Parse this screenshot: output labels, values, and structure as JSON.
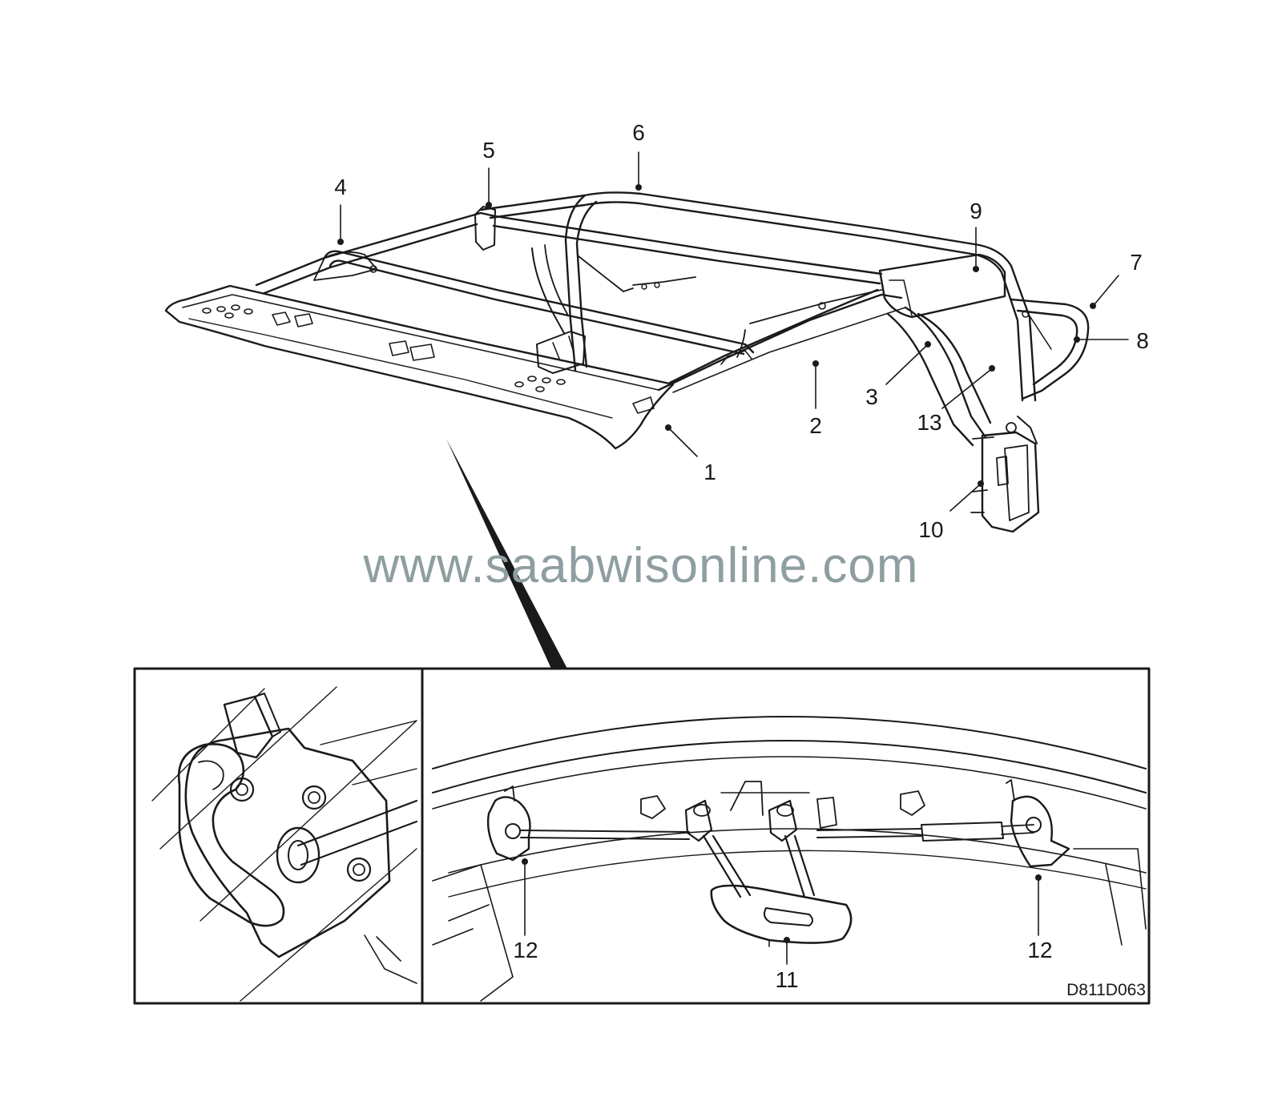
{
  "watermark": "www.saabwisonline.com",
  "drawing_id": "D811D063",
  "callouts": [
    {
      "id": "1",
      "label": "1"
    },
    {
      "id": "2",
      "label": "2"
    },
    {
      "id": "3",
      "label": "3"
    },
    {
      "id": "4",
      "label": "4"
    },
    {
      "id": "5",
      "label": "5"
    },
    {
      "id": "6",
      "label": "6"
    },
    {
      "id": "7",
      "label": "7"
    },
    {
      "id": "8",
      "label": "8"
    },
    {
      "id": "9",
      "label": "9"
    },
    {
      "id": "10",
      "label": "10"
    },
    {
      "id": "11",
      "label": "11"
    },
    {
      "id": "12a",
      "label": "12"
    },
    {
      "id": "12b",
      "label": "12"
    },
    {
      "id": "13",
      "label": "13"
    }
  ],
  "colors": {
    "line": "#1a1a1a",
    "watermark": "#8f9ea0",
    "background": "#ffffff"
  }
}
